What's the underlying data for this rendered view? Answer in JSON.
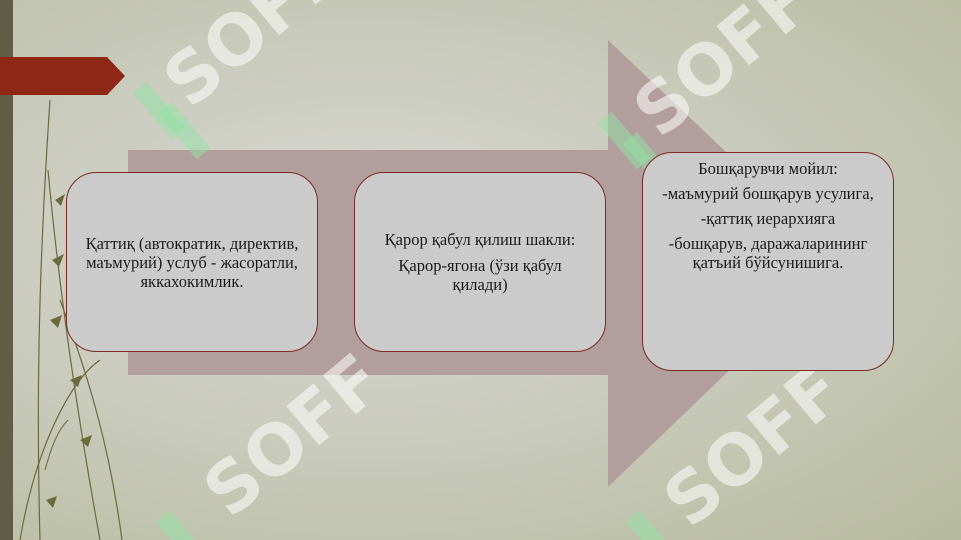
{
  "watermark": {
    "text": "SOFF",
    "icon": "ss-logo-icon"
  },
  "accent_colors": {
    "tab": "#8f2716",
    "arrow": "#b39e9e",
    "box_border": "#7a2b22",
    "left_bar": "#5f5d45"
  },
  "steps": [
    {
      "lines": [
        "Қаттиқ  (автократик, директив, маъмурий) услуб - жасоратли, яккахокимлик."
      ]
    },
    {
      "lines": [
        "Қарор қабул қилиш шакли:",
        "Қарор-ягона (ўзи қабул қилади)"
      ]
    },
    {
      "lines": [
        "Бошқарувчи мойил:",
        "-маъмурий бошқарув усулига,",
        "-қаттиқ иерархияга",
        "-бошқарув, даражаларининг қатъий бўйсунишига."
      ]
    }
  ]
}
